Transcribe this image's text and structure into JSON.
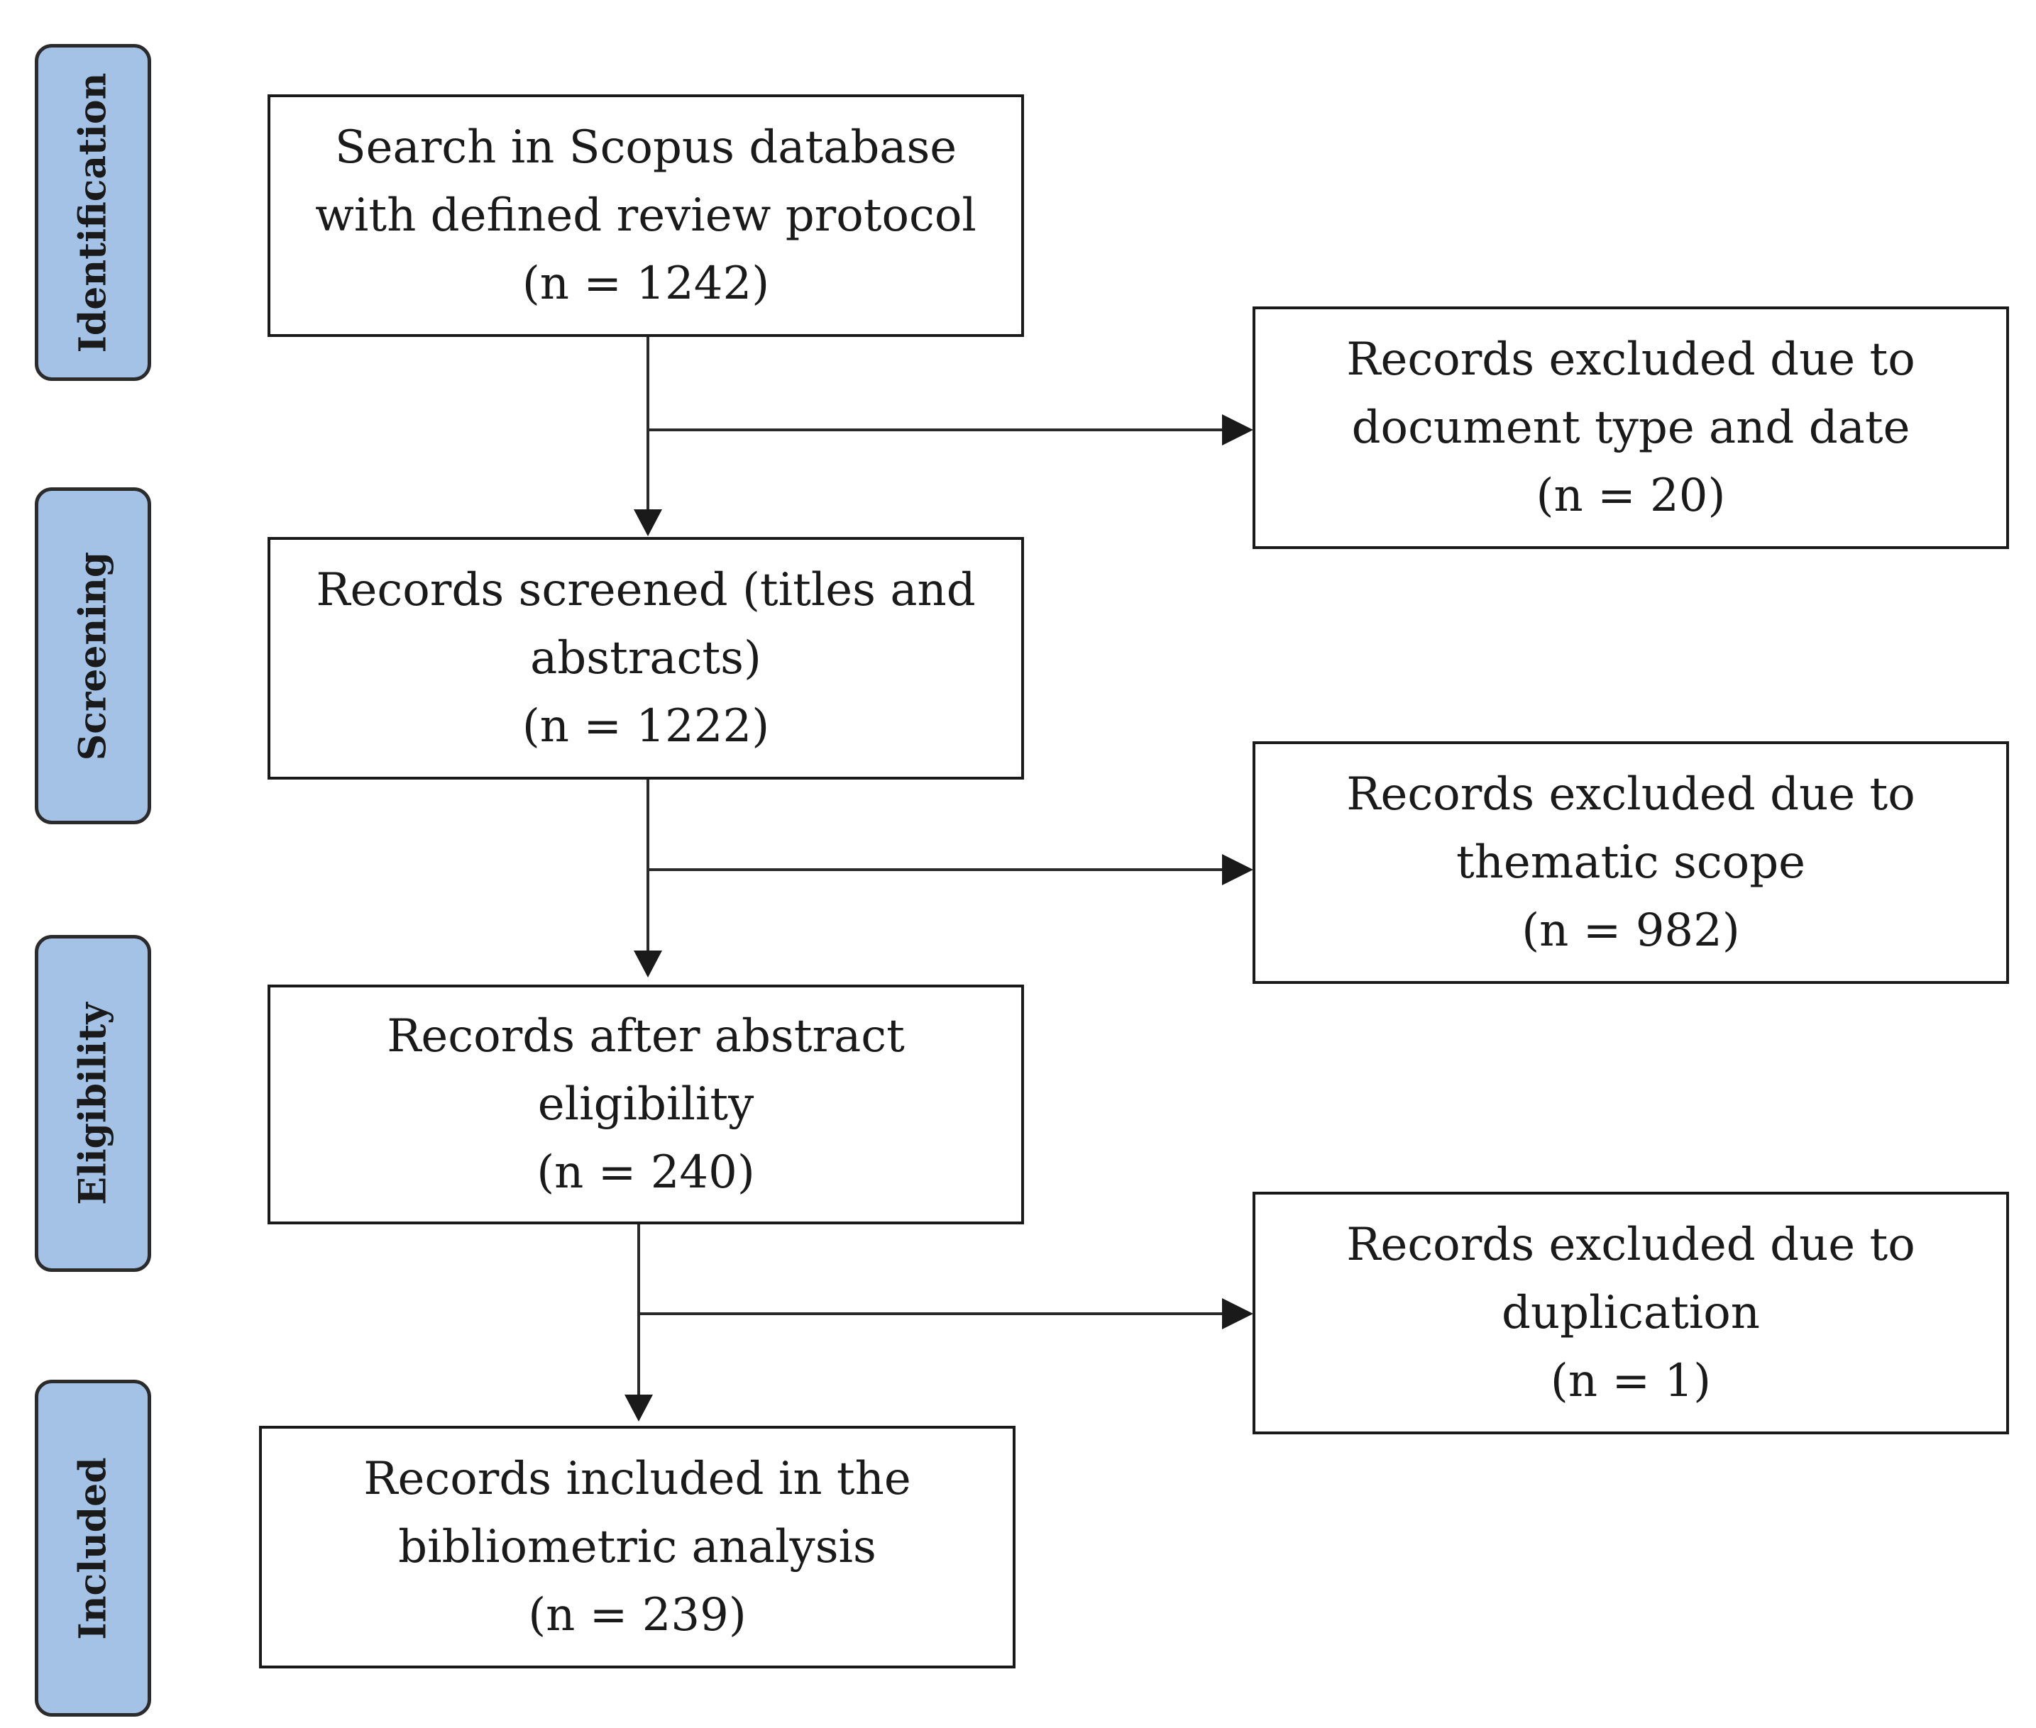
{
  "stages": {
    "identification": "Identification",
    "screening": "Screening",
    "eligibility": "Eligibility",
    "included": "Included"
  },
  "boxes": {
    "search": {
      "lines": [
        "Search in Scopus database",
        "with  defined review protocol"
      ],
      "count": "(n = 1242)"
    },
    "screened": {
      "lines": [
        "Records screened (titles and",
        "abstracts)"
      ],
      "count": "(n = 1222)"
    },
    "eligible": {
      "lines": [
        "Records after abstract",
        "eligibility"
      ],
      "count": "(n = 240)"
    },
    "included": {
      "lines": [
        "Records included in the",
        "bibliometric analysis"
      ],
      "count": "(n = 239)"
    },
    "excluded_type": {
      "lines": [
        "Records excluded due to",
        "document type and date"
      ],
      "count": "(n = 20)"
    },
    "excluded_scope": {
      "lines": [
        "Records excluded due to",
        "thematic scope"
      ],
      "count": "(n = 982)"
    },
    "excluded_duplication": {
      "lines": [
        "Records excluded due to",
        "duplication"
      ],
      "count": "(n = 1)"
    }
  }
}
